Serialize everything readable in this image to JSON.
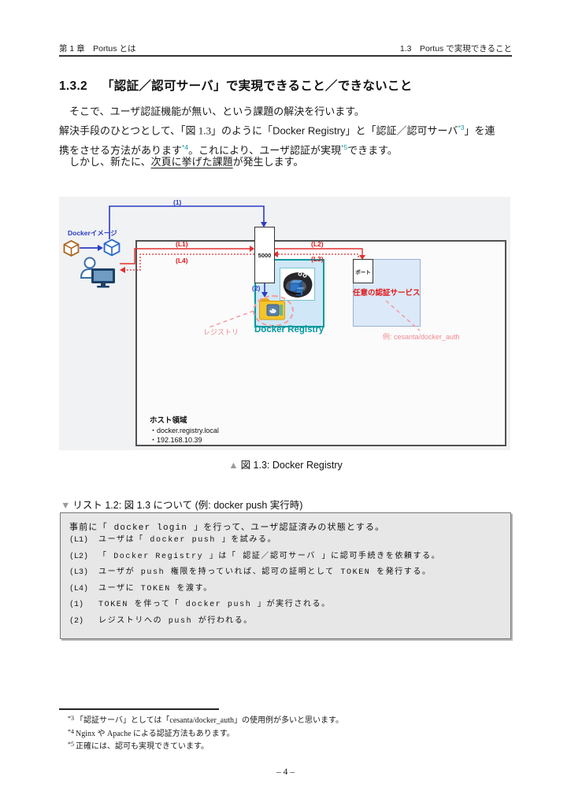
{
  "page": {
    "header_left": "第 1 章　Portus とは",
    "header_right": "1.3　Portus で実現できること",
    "section_number": "1.3.2",
    "section_title": "「認証／認可サーバ」で実現できること／できないこと",
    "para1": "そこで、ユーザ認証機能が無い、という課題の解決を行います。",
    "para2": {
      "t1": "解決手段のひとつとして、「図 1.3」のように「",
      "latin1": "Docker Registry",
      "t2": "」と「認証／認可サーバ",
      "sup1": "*3",
      "t3": "」を連",
      "t4": "携をさせる方法があります",
      "sup2": "*4",
      "t5": "。これにより、ユーザ認証が実現",
      "sup3": "*5",
      "t6": "できます。"
    },
    "para3": {
      "t1": "しかし、新たに、",
      "u": "次頁に挙げた課題",
      "t2": "が発生します。"
    },
    "page_number": "– 4 –"
  },
  "figure": {
    "caption_marker": "▲",
    "caption": "図 1.3: Docker Registry",
    "labels": {
      "docker_image": "Dockerイメージ",
      "step1": "(1)",
      "step2": "(2)",
      "l1": "(L1)",
      "l2": "(L2)",
      "l3": "(L3)",
      "l4": "(L4)",
      "port5000": "5000",
      "port": "ポート",
      "registry_annotation": "レジストリ",
      "docker_registry": "Docker Registry",
      "auth_service": "任意の認証サービス",
      "auth_example": "例: cesanta/docker_auth",
      "host_title": "ホスト領域",
      "host_line1": "・docker.registry.local",
      "host_line2": "・192.168.10.39"
    },
    "icons": {
      "user": "person-at-computer-icon",
      "image_cubes": "docker-image-cube-icons",
      "registry_mascot": "docker-registry-mascot-icon",
      "storage": "folder-icon"
    }
  },
  "listing": {
    "caption_marker": "▼",
    "caption": "リスト 1.2: 図 1.3 について (例: docker push 実行時)",
    "intro": "事前に「 docker login 」を行って、ユーザ認証済みの状態とする。",
    "items": [
      {
        "tag": "(L1)",
        "text": "ユーザは「 docker push 」を試みる。"
      },
      {
        "tag": "(L2)",
        "text": "「 Docker Registry 」は「 認証／認可サーバ 」に認可手続きを依頼する。"
      },
      {
        "tag": "(L3)",
        "text": "ユーザが push 権限を持っていれば、認可の証明として TOKEN を発行する。"
      },
      {
        "tag": "(L4)",
        "text": "ユーザに TOKEN を渡す。"
      },
      {
        "tag": "(1)",
        "text": "TOKEN を伴って「 docker push 」が実行される。"
      },
      {
        "tag": "(2)",
        "text": "レジストリへの push が行われる。"
      }
    ]
  },
  "footnotes": [
    {
      "marker": "*3",
      "text": "「認証サーバ」としては「cesanta/docker_auth」の使用例が多いと思います。"
    },
    {
      "marker": "*4",
      "text": "Nginx や Apache による認証方法もあります。"
    },
    {
      "marker": "*5",
      "text": "正確には、認可も実現できています。"
    }
  ],
  "colors": {
    "footnote_marker_teal": "#1a99a6",
    "diagram_blue": "#2b3cc4",
    "diagram_red": "#e01818",
    "pink": "#f59ba0",
    "registry_teal": "#00999e",
    "registry_fill": "#cfe7f6",
    "auth_fill": "#dce9f8",
    "folder_yellow": "#f5c52c",
    "diagram_bg": "#f1f2f4",
    "listing_bg": "#e7e7e8"
  }
}
